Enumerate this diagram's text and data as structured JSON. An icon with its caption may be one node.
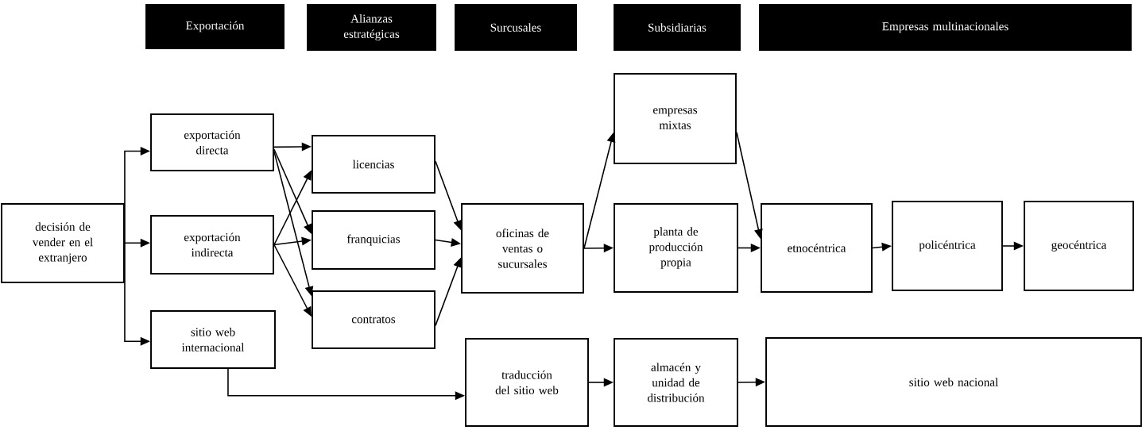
{
  "diagram": {
    "nodes": [
      {
        "text": [
          "Exportación"
        ]
      },
      {
        "text": [
          "Alianzas estratégicas"
        ]
      },
      {
        "text": [
          "Surcusales"
        ]
      },
      {
        "text": [
          "Subsidiarias"
        ]
      },
      {
        "text": [
          "Empresas multinacionales"
        ]
      },
      {
        "text": [
          "decisión de vender en el extranjero"
        ]
      },
      {
        "text": [
          "exportación directa"
        ]
      },
      {
        "text": [
          "exportación indirecta"
        ]
      },
      {
        "text": [
          "sitio web internacional"
        ]
      },
      {
        "text": [
          "empresas mixtas"
        ]
      },
      {
        "text": [
          "licencias"
        ]
      },
      {
        "text": [
          "franquicias"
        ]
      },
      {
        "text": [
          "contratos"
        ]
      },
      {
        "text": [
          "oficinas de ventas o sucursales"
        ]
      },
      {
        "text": [
          "planta de producción propia"
        ]
      },
      {
        "text": [
          "etnocéntrica"
        ]
      },
      {
        "text": [
          "policéntrica"
        ]
      },
      {
        "text": [
          "geocéntrica"
        ]
      },
      {
        "text": [
          "traducción del sitio web"
        ]
      },
      {
        "text": [
          "almacén y unidad de distribución"
        ]
      },
      {
        "text": [
          "sitio web nacional"
        ]
      }
    ],
    "edges": [
      {
        "from": 5,
        "to": 6,
        "arrow": "to"
      },
      {
        "from": 5,
        "to": 7,
        "arrow": "to"
      },
      {
        "from": 5,
        "to": 8,
        "arrow": "to"
      },
      {
        "from": 6,
        "to": 10,
        "arrow": "to"
      },
      {
        "from": 6,
        "to": 11,
        "arrow": "to"
      },
      {
        "from": 6,
        "to": 12,
        "arrow": "to"
      },
      {
        "from": 7,
        "to": 10,
        "arrow": "to"
      },
      {
        "from": 7,
        "to": 11,
        "arrow": "to"
      },
      {
        "from": 7,
        "to": 12,
        "arrow": "to"
      },
      {
        "from": 10,
        "to": 13,
        "arrow": "to"
      },
      {
        "from": 11,
        "to": 13,
        "arrow": "to"
      },
      {
        "from": 12,
        "to": 13,
        "arrow": "to"
      },
      {
        "from": 13,
        "to": 9,
        "arrow": "to"
      },
      {
        "from": 13,
        "to": 14,
        "arrow": "to"
      },
      {
        "from": 9,
        "to": 15,
        "arrow": "to"
      },
      {
        "from": 14,
        "to": 15,
        "arrow": "to"
      },
      {
        "from": 15,
        "to": 16,
        "arrow": "to"
      },
      {
        "from": 16,
        "to": 17,
        "arrow": "to"
      },
      {
        "from": 8,
        "to": 18,
        "arrow": "to"
      },
      {
        "from": 18,
        "to": 19,
        "arrow": "to"
      },
      {
        "from": 19,
        "to": 20,
        "arrow": "to"
      }
    ]
  }
}
